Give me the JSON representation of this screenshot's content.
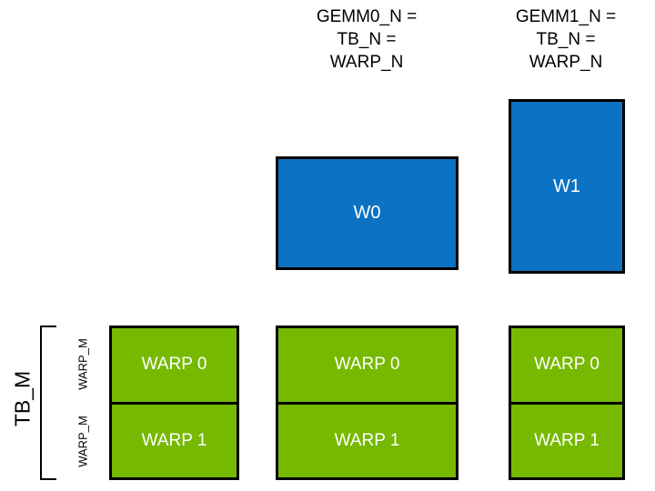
{
  "diagram": {
    "title_columns": [
      {
        "id": "gemm0",
        "caption": "GEMM0_N =\nTB_N =\nWARP_N"
      },
      {
        "id": "gemm1",
        "caption": "GEMM1_N =\nTB_N =\nWARP_N"
      }
    ],
    "blue_tiles": [
      {
        "id": "w0",
        "label": "W0"
      },
      {
        "id": "w1",
        "label": "W1"
      }
    ],
    "green_columns": [
      {
        "id": "col0",
        "rows": [
          {
            "label": "WARP 0"
          },
          {
            "label": "WARP 1"
          }
        ]
      },
      {
        "id": "col1",
        "rows": [
          {
            "label": "WARP 0"
          },
          {
            "label": "WARP 1"
          }
        ]
      },
      {
        "id": "col2",
        "rows": [
          {
            "label": "WARP 0"
          },
          {
            "label": "WARP 1"
          }
        ]
      }
    ],
    "axis_labels": {
      "tb_m": "TB_M",
      "warp_m_top": "WARP_M",
      "warp_m_bottom": "WARP_M"
    },
    "colors": {
      "green_fill": "#76B900",
      "blue_fill": "#0B72C4",
      "outline": "#000000",
      "box_text": "#FFFFFF",
      "caption_text": "#000000",
      "background": "#FFFFFF"
    }
  }
}
